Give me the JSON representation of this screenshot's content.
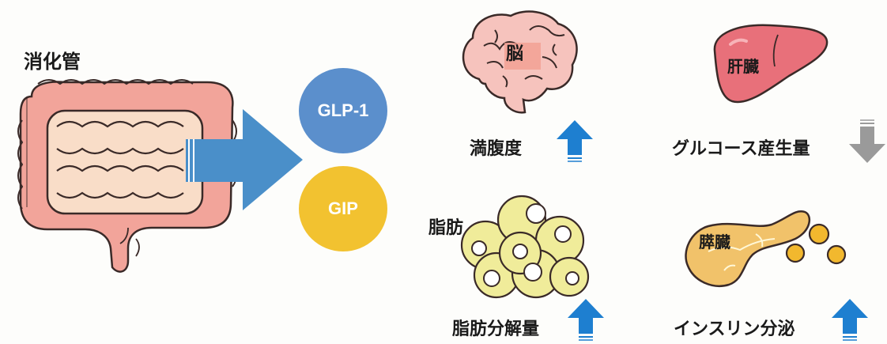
{
  "labels": {
    "digestive_tract": "消化管",
    "glp1": "GLP-1",
    "gip": "GIP",
    "brain": "脳",
    "satiety": "満腹度",
    "liver": "肝臓",
    "glucose_production": "グルコース産生量",
    "fat": "脂肪",
    "fat_breakdown": "脂肪分解量",
    "pancreas": "膵臓",
    "insulin_secretion": "インスリン分泌"
  },
  "effects": {
    "satiety": "up",
    "glucose_production": "down",
    "fat_breakdown": "up",
    "insulin_secretion": "up"
  },
  "colors": {
    "intestine": "#f2a49a",
    "intestine_inner": "#f9ddc8",
    "arrow_blue": "#4a8fc9",
    "glp1_circle": "#5b8fcc",
    "gip_circle": "#f2c230",
    "up_arrow": "#1e7fd0",
    "down_arrow": "#9a9a9a",
    "brain": "#f6c3bd",
    "liver": "#e8707a",
    "fat": "#f0ec9a",
    "pancreas": "#f1c26a"
  }
}
